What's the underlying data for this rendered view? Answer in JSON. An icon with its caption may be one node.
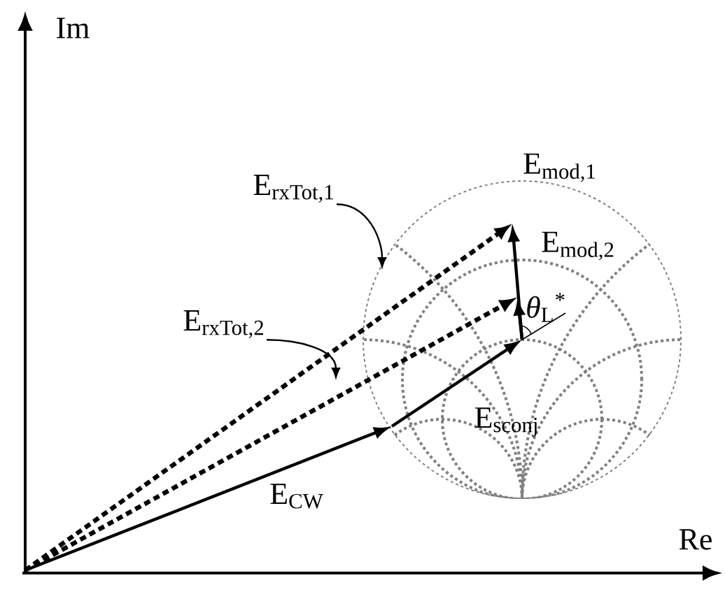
{
  "diagram": {
    "nodes": [
      {
        "text": [
          "E$_{rxTot,1}$"
        ]
      },
      {
        "text": [
          "E$_{rxTot,2}$"
        ]
      }
    ],
    "edges": [
      {
        "from": 0,
        "to": null,
        "arrow": "to"
      },
      {
        "from": 1,
        "to": null,
        "arrow": "to"
      }
    ],
    "labels": [
      "Im",
      "Re",
      "E$_{mod,1}$",
      "E$_{mod,2}$",
      "*θ*$_{L}$$^{*}$",
      "E$_{sconj}$",
      "E$_{CW}$"
    ]
  }
}
